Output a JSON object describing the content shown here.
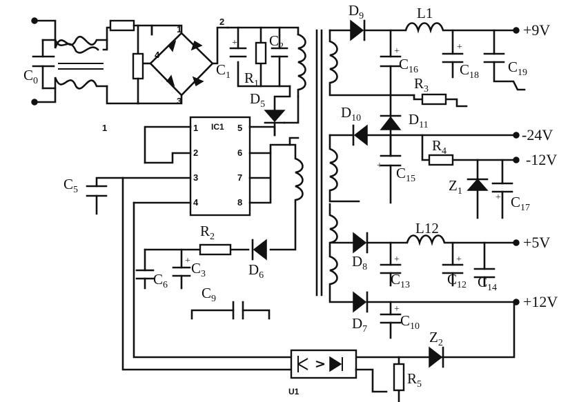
{
  "components": {
    "c0": {
      "letter": "C",
      "sub": "0"
    },
    "c1": {
      "letter": "C",
      "sub": "1"
    },
    "r1": {
      "letter": "R",
      "sub": "1"
    },
    "c2": {
      "letter": "C",
      "sub": "2"
    },
    "d5": {
      "letter": "D",
      "sub": "5"
    },
    "ic1": {
      "label": "IC1",
      "pins": [
        "1",
        "2",
        "3",
        "4",
        "5",
        "6",
        "7",
        "8"
      ]
    },
    "c5": {
      "letter": "C",
      "sub": "5"
    },
    "r2": {
      "letter": "R",
      "sub": "2"
    },
    "d6": {
      "letter": "D",
      "sub": "6"
    },
    "c6": {
      "letter": "C",
      "sub": "6"
    },
    "c3": {
      "letter": "C",
      "sub": "3"
    },
    "c9": {
      "letter": "C",
      "sub": "9"
    },
    "d9": {
      "letter": "D",
      "sub": "9"
    },
    "l1": {
      "label": "L1"
    },
    "c16": {
      "letter": "C",
      "sub": "16"
    },
    "c18": {
      "letter": "C",
      "sub": "18"
    },
    "c19": {
      "letter": "C",
      "sub": "19"
    },
    "r3": {
      "letter": "R",
      "sub": "3"
    },
    "d10": {
      "letter": "D",
      "sub": "10"
    },
    "d11": {
      "letter": "D",
      "sub": "11"
    },
    "c15": {
      "letter": "C",
      "sub": "15"
    },
    "r4": {
      "letter": "R",
      "sub": "4"
    },
    "z1": {
      "letter": "Z",
      "sub": "1"
    },
    "c17": {
      "letter": "C",
      "sub": "17"
    },
    "d8": {
      "letter": "D",
      "sub": "8"
    },
    "l12": {
      "label": "L12"
    },
    "c13": {
      "letter": "C",
      "sub": "13"
    },
    "c12": {
      "letter": "C",
      "sub": "12"
    },
    "c14": {
      "letter": "C",
      "sub": "14"
    },
    "d7": {
      "letter": "D",
      "sub": "7"
    },
    "c10": {
      "letter": "C",
      "sub": "10"
    },
    "z2": {
      "letter": "Z",
      "sub": "2"
    },
    "r5": {
      "letter": "R",
      "sub": "5"
    },
    "u1": {
      "label": "U1"
    }
  },
  "nodes": {
    "n1": "1",
    "n2": "2",
    "n3": "3",
    "n4": "4",
    "stray": "1"
  },
  "outputs": {
    "v9": "+9V",
    "vm24": "-24V",
    "vm12": "-12V",
    "v5": "+5V",
    "v12": "+12V"
  },
  "polarity": "+"
}
